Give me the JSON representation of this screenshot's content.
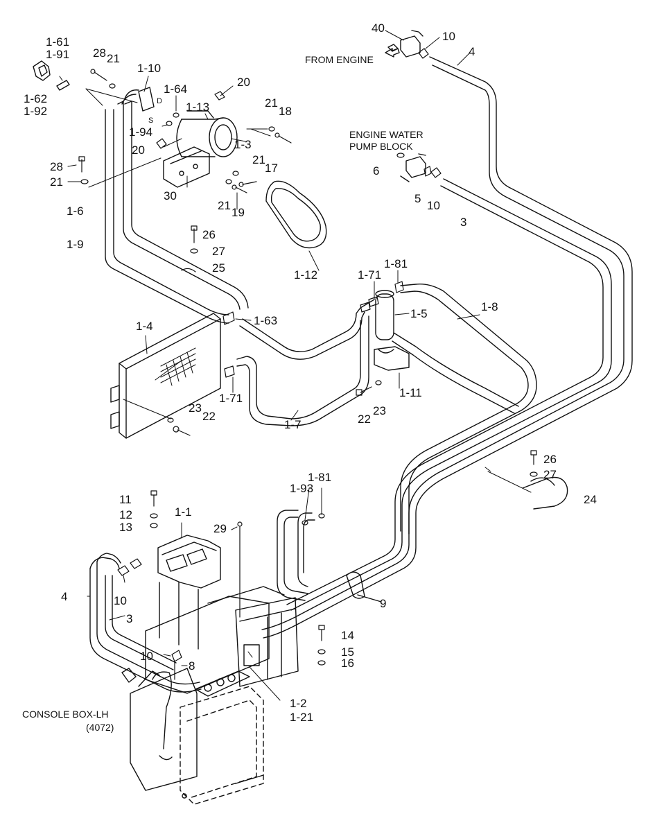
{
  "captions": {
    "from_engine": "FROM ENGINE",
    "engine_water_line1": "ENGINE WATER",
    "engine_water_line2": "PUMP BLOCK",
    "console_line1": "CONSOLE BOX-LH",
    "console_line2": "(4072)",
    "valve_d": "D",
    "valve_s": "S"
  },
  "labels": {
    "l40": "40",
    "l10a": "10",
    "l4a": "4",
    "l1_61": "1-61",
    "l1_91": "1-91",
    "l1_62": "1-62",
    "l1_92": "1-92",
    "l28a": "28",
    "l21a": "21",
    "l1_10": "1-10",
    "l1_64": "1-64",
    "l20a": "20",
    "l1_13": "1-13",
    "l21b": "21",
    "l18": "18",
    "l1_94": "1-94",
    "l1_3": "1-3",
    "l20b": "20",
    "l28b": "28",
    "l21c": "21",
    "l21d": "21",
    "l17": "17",
    "l30": "30",
    "l21e": "21",
    "l19": "19",
    "l6": "6",
    "l5": "5",
    "l10b": "10",
    "l3a": "3",
    "l1_6": "1-6",
    "l1_9": "1-9",
    "l26a": "26",
    "l27a": "27",
    "l25": "25",
    "l1_12": "1-12",
    "l1_71a": "1-71",
    "l1_81a": "1-81",
    "l1_5": "1-5",
    "l1_8": "1-8",
    "l1_4": "1-4",
    "l1_63": "1-63",
    "l1_71b": "1-71",
    "l1_11": "1-11",
    "l22a": "22",
    "l23a": "23",
    "l23b": "23",
    "l22b": "22",
    "l1_7": "1-7",
    "l26b": "26",
    "l27b": "27",
    "l24": "24",
    "l1_93": "1-93",
    "l1_81b": "1-81",
    "l11": "11",
    "l12": "12",
    "l13": "13",
    "l1_1": "1-1",
    "l29": "29",
    "l4b": "4",
    "l10c": "10",
    "l3b": "3",
    "l9": "9",
    "l14": "14",
    "l15": "15",
    "l16": "16",
    "l10d": "10",
    "l8": "8",
    "l1_2": "1-2",
    "l1_21": "1-21"
  }
}
